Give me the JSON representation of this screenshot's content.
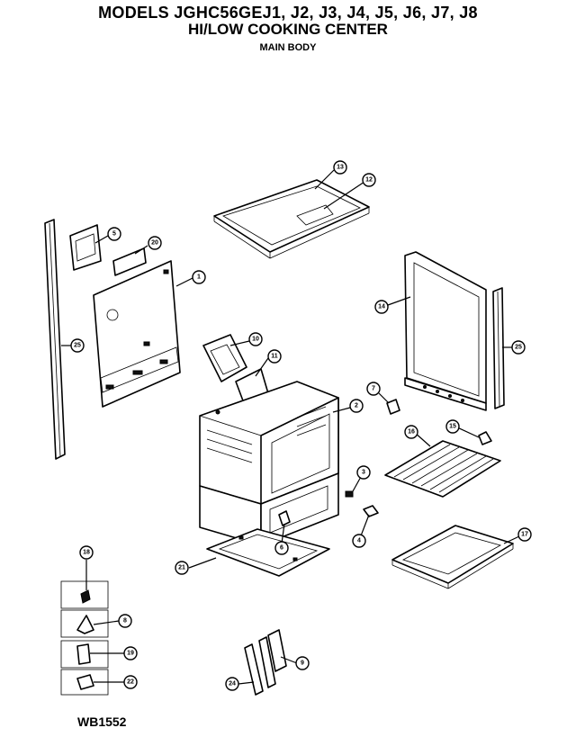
{
  "header": {
    "models": "MODELS JGHC56GEJ1, J2, J3, J4, J5, J6, J7, J8",
    "product": "HI/LOW COOKING CENTER",
    "section": "MAIN BODY"
  },
  "diagram_code": "WB1552",
  "callouts": [
    {
      "id": "c13",
      "label": "13"
    },
    {
      "id": "c12",
      "label": "12"
    },
    {
      "id": "c5",
      "label": "5"
    },
    {
      "id": "c20",
      "label": "20"
    },
    {
      "id": "c1",
      "label": "1"
    },
    {
      "id": "c25a",
      "label": "25"
    },
    {
      "id": "c14",
      "label": "14"
    },
    {
      "id": "c25b",
      "label": "25"
    },
    {
      "id": "c10",
      "label": "10"
    },
    {
      "id": "c11",
      "label": "11"
    },
    {
      "id": "c2",
      "label": "2"
    },
    {
      "id": "c7",
      "label": "7"
    },
    {
      "id": "c15",
      "label": "15"
    },
    {
      "id": "c16",
      "label": "16"
    },
    {
      "id": "c3",
      "label": "3"
    },
    {
      "id": "c4",
      "label": "4"
    },
    {
      "id": "c6",
      "label": "6"
    },
    {
      "id": "c17",
      "label": "17"
    },
    {
      "id": "c21",
      "label": "21"
    },
    {
      "id": "c18",
      "label": "18"
    },
    {
      "id": "c8",
      "label": "8"
    },
    {
      "id": "c19",
      "label": "19"
    },
    {
      "id": "c22",
      "label": "22"
    },
    {
      "id": "c9",
      "label": "9"
    },
    {
      "id": "c24",
      "label": "24"
    }
  ]
}
